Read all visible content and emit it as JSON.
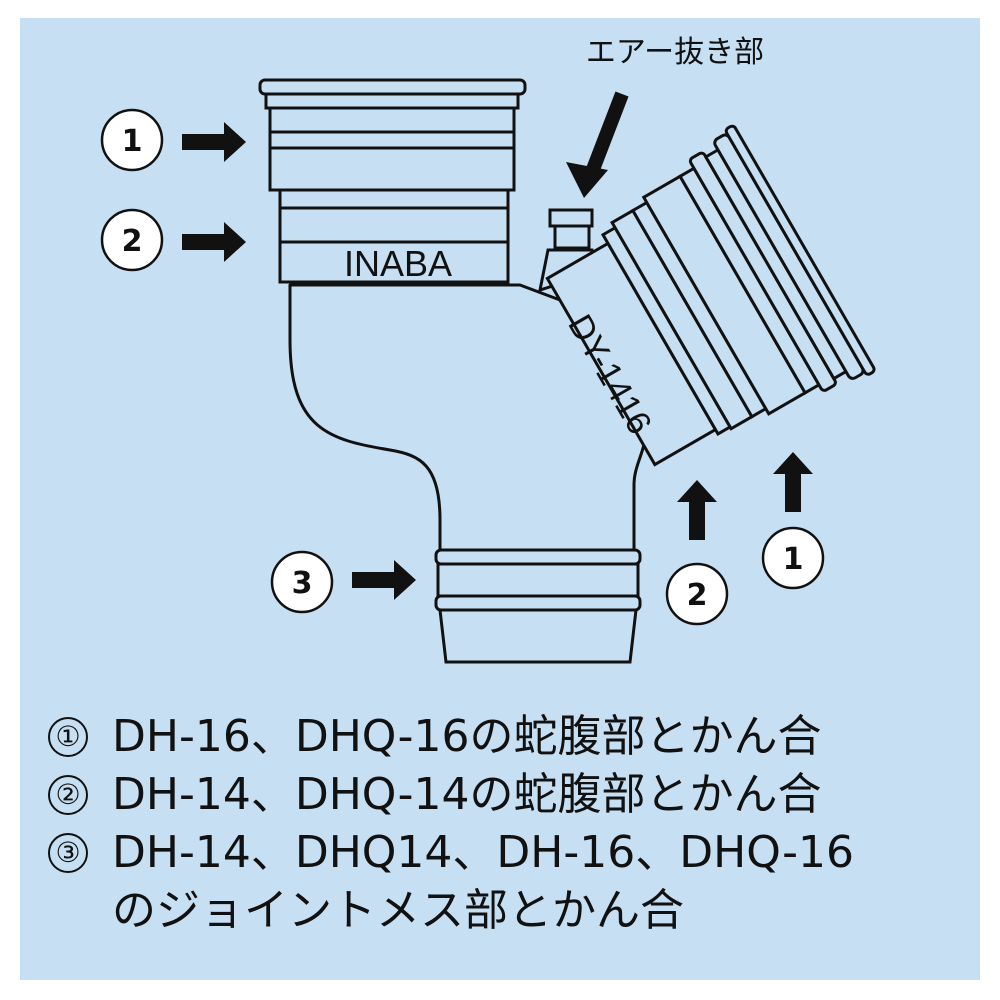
{
  "diagram": {
    "air_vent_label": "エアー抜き部",
    "brand_label": "INABA",
    "model_label": "DY-1416",
    "markers": {
      "marker_1_left": "1",
      "marker_2_left": "2",
      "marker_3_left": "3",
      "marker_2_right": "2",
      "marker_1_right": "1"
    }
  },
  "legend": {
    "items": [
      {
        "number": "①",
        "text": "DH-16、DHQ-16の蛇腹部とかん合"
      },
      {
        "number": "②",
        "text": "DH-14、DHQ-14の蛇腹部とかん合"
      },
      {
        "number": "③",
        "text": "DH-14、DHQ14、DH-16、DHQ-16"
      }
    ],
    "continuation": "のジョイントメス部とかん合"
  },
  "colors": {
    "background": "#c7dff3",
    "outline": "#111111",
    "fitting_fill": "#c7dff3",
    "marker_fill": "#ffffff"
  }
}
